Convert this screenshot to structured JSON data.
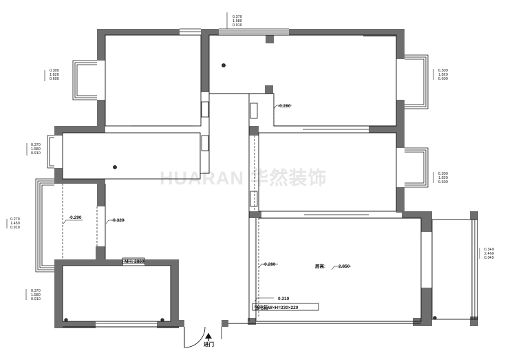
{
  "watermark": "HUARAN 华然装饰",
  "colors": {
    "wall": "#6e6e6e",
    "line": "#111111",
    "watermark": "#d9d9d9",
    "background": "#ffffff"
  },
  "window_specs": [
    {
      "id": "top",
      "lines": [
        "0.370",
        "1.580",
        "0.910"
      ]
    },
    {
      "id": "left-upper",
      "lines": [
        "0.300",
        "1.820",
        "0.600"
      ]
    },
    {
      "id": "right-upper",
      "lines": [
        "0.300",
        "1.820",
        "0.600"
      ]
    },
    {
      "id": "left-mid",
      "lines": [
        "0.370",
        "1.580",
        "0.910"
      ]
    },
    {
      "id": "right-mid",
      "lines": [
        "0.300",
        "1.820",
        "0.600"
      ]
    },
    {
      "id": "left-lower",
      "lines": [
        "0.270",
        "1.450",
        "0.910"
      ]
    },
    {
      "id": "right-lower",
      "lines": [
        "0.340",
        "2.460",
        "0.045"
      ]
    },
    {
      "id": "left-bottom",
      "lines": [
        "0.370",
        "1.580",
        "0.910"
      ]
    }
  ],
  "levels": {
    "corridor_top": "-0.280",
    "left_a": "-0.290",
    "left_b": "-0.320",
    "living": "-0.280",
    "ceiling_label": "层高:",
    "ceiling_value": "2.850",
    "duct_level": "0.310",
    "duct_text": "强电箱W×H=330×220"
  },
  "door_label": "MH: 2880",
  "entrance": "进门"
}
